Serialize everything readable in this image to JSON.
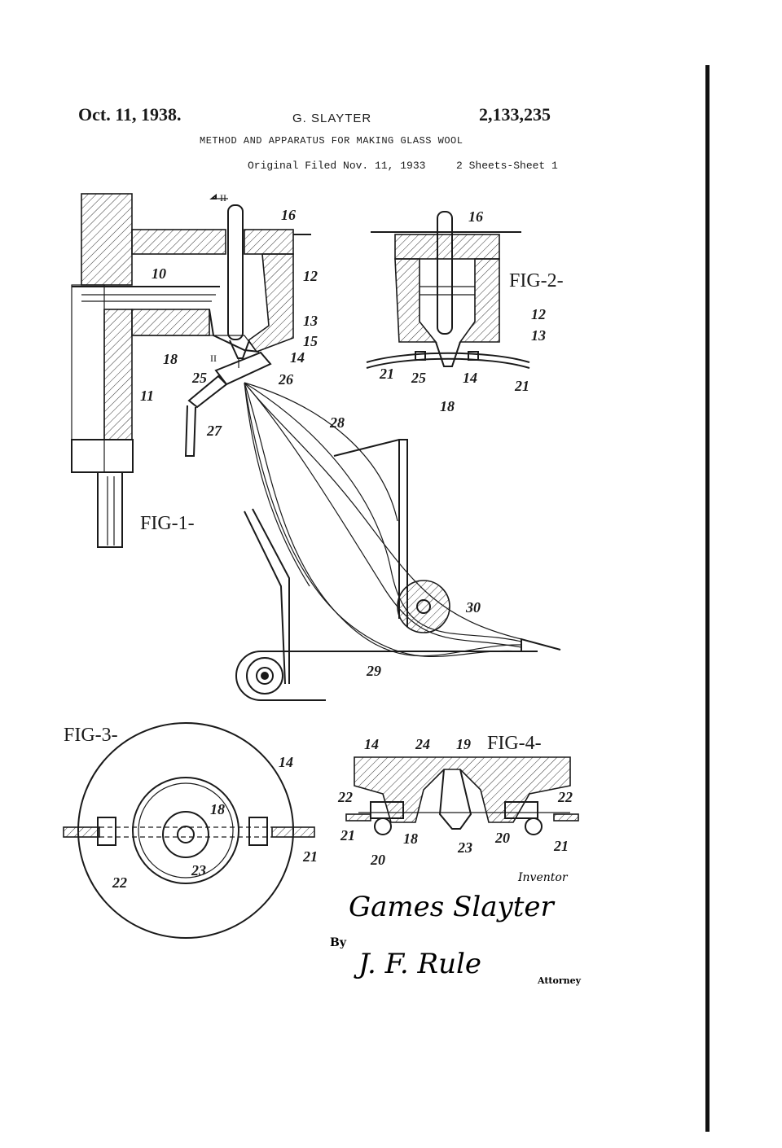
{
  "header": {
    "date": "Oct. 11, 1938.",
    "inventor": "G. SLAYTER",
    "patent_number": "2,133,235",
    "title": "METHOD AND APPARATUS FOR MAKING GLASS WOOL",
    "filed": "Original Filed Nov. 11, 1933",
    "sheets": "2 Sheets-Sheet 1"
  },
  "figures": {
    "fig1": "FIG-1-",
    "fig2": "FIG-2-",
    "fig3": "FIG-3-",
    "fig4": "FIG-4-"
  },
  "section_marker": "II",
  "reference_numerals": {
    "fig1": [
      "16",
      "10",
      "12",
      "13",
      "15",
      "14",
      "18",
      "25",
      "26",
      "11",
      "27",
      "28",
      "30",
      "29"
    ],
    "fig2": [
      "16",
      "12",
      "13",
      "21",
      "25",
      "14",
      "18",
      "21"
    ],
    "fig3": [
      "14",
      "18",
      "22",
      "23",
      "21"
    ],
    "fig4": [
      "14",
      "24",
      "19",
      "22",
      "22",
      "21",
      "20",
      "18",
      "23",
      "20",
      "21"
    ]
  },
  "signature_block": {
    "inventor_label": "Inventor",
    "inventor_signature": "Games Slayter",
    "by_label": "By",
    "attorney_signature": "J. F. Rule",
    "attorney_label": "Attorney"
  }
}
